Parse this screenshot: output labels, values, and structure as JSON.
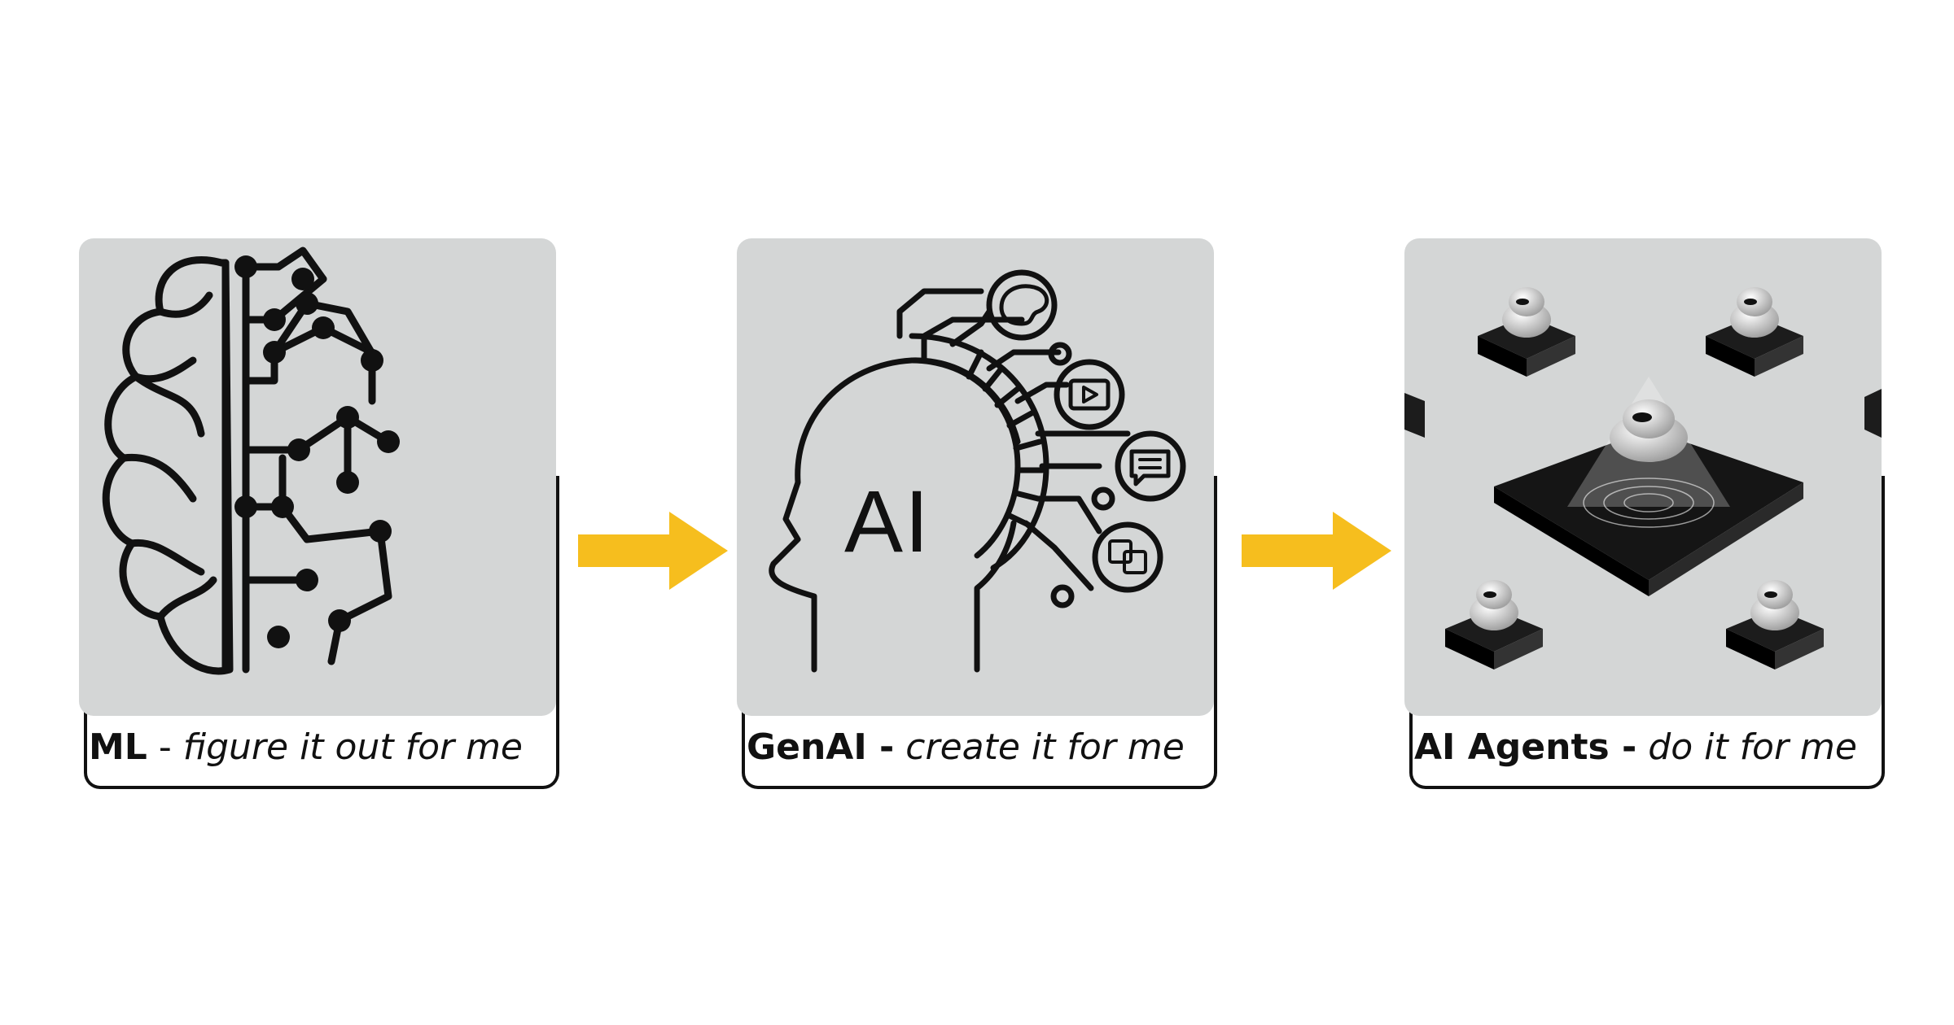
{
  "colors": {
    "arrow": "#f6be1e",
    "panel": "#d4d6d6",
    "ink": "#111111"
  },
  "cards": [
    {
      "strong": "ML",
      "dash": " - ",
      "italic": "figure it out for me",
      "icon": "brain-circuit-icon"
    },
    {
      "strong": "GenAI -",
      "dash": " ",
      "italic": "create it for me",
      "icon": "ai-head-icon",
      "head_text": "AI"
    },
    {
      "strong": "AI Agents -",
      "dash": " ",
      "italic": "do it for me",
      "icon": "robot-agents-icon"
    }
  ]
}
